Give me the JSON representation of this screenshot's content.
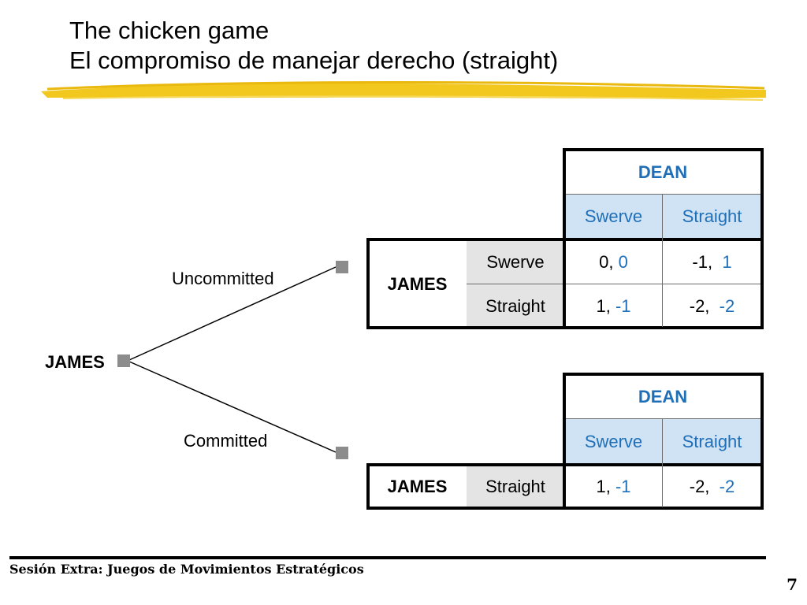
{
  "title": {
    "line1": "The chicken game",
    "line2": "El compromiso de manejar derecho (straight)"
  },
  "tree": {
    "root_label": "JAMES",
    "branch_top_label": "Uncommitted",
    "branch_bottom_label": "Committed"
  },
  "table_top": {
    "col_player": "DEAN",
    "col_strategies": [
      "Swerve",
      "Straight"
    ],
    "row_player": "JAMES",
    "rows": [
      {
        "strategy": "Swerve",
        "payoffs": [
          [
            "0,",
            "0"
          ],
          [
            "-1,",
            "1"
          ]
        ]
      },
      {
        "strategy": "Straight",
        "payoffs": [
          [
            "1,",
            "-1"
          ],
          [
            "-2,",
            "-2"
          ]
        ]
      }
    ]
  },
  "table_bottom": {
    "col_player": "DEAN",
    "col_strategies": [
      "Swerve",
      "Straight"
    ],
    "row_player": "JAMES",
    "rows": [
      {
        "strategy": "Straight",
        "payoffs": [
          [
            "1,",
            "-1"
          ],
          [
            "-2,",
            "-2"
          ]
        ]
      }
    ]
  },
  "footer": {
    "text": "Sesión Extra: Juegos de Movimientos Estratégicos",
    "page": "7"
  },
  "colors": {
    "title_underline": "#f2c81e",
    "payoff_blue": "#1f6fb8",
    "header_fill": "#cfe3f4",
    "row_fill": "#e4e4e4"
  }
}
